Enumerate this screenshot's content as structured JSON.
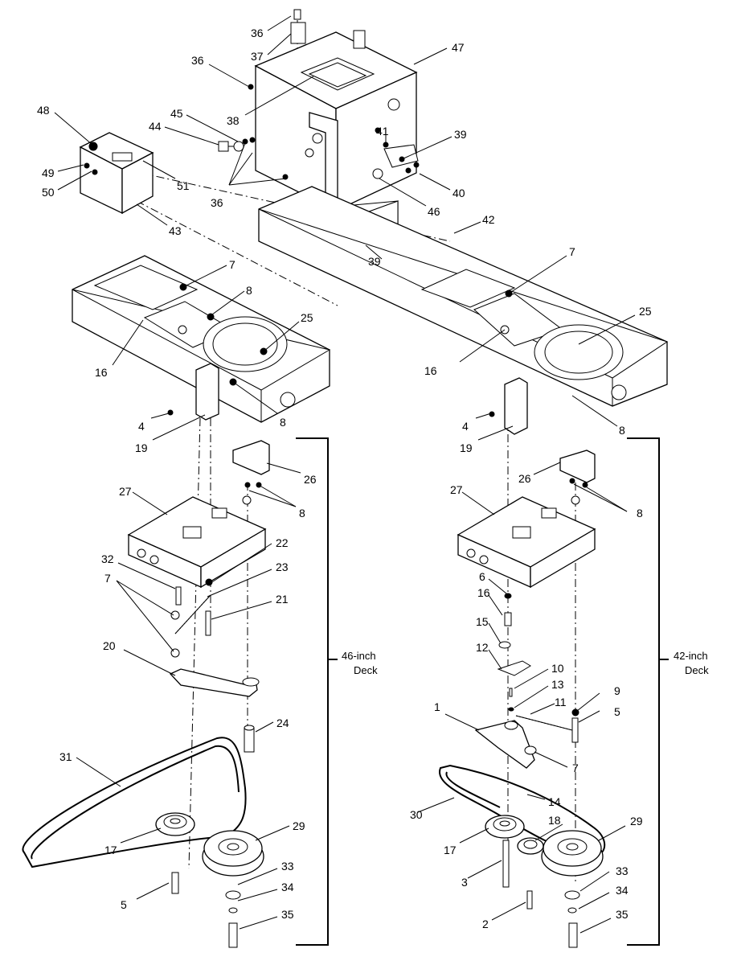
{
  "callouts": {
    "c36a": "36",
    "c37": "37",
    "c47": "47",
    "c36b": "36",
    "c48": "48",
    "c45": "45",
    "c44": "44",
    "c38": "38",
    "c41": "41",
    "c39a": "39",
    "c49": "49",
    "c50": "50",
    "c51": "51",
    "c36c": "36",
    "c40": "40",
    "c46": "46",
    "c42": "42",
    "c43": "43",
    "c39b": "39",
    "l7a": "7",
    "l8a": "8",
    "l25": "25",
    "l16": "16",
    "l8b": "8",
    "l4": "4",
    "l19": "19",
    "l26": "26",
    "l8c": "8",
    "l27": "27",
    "l22": "22",
    "l32": "32",
    "l23": "23",
    "l7b": "7",
    "l21": "21",
    "l20": "20",
    "l24": "24",
    "l31": "31",
    "l29": "29",
    "l17": "17",
    "l33": "33",
    "l34": "34",
    "l5": "5",
    "l35": "35",
    "r7a": "7",
    "r25": "25",
    "r16": "16",
    "r8a": "8",
    "r4": "4",
    "r19": "19",
    "r26": "26",
    "r8b": "8",
    "r27": "27",
    "r6": "6",
    "r16b": "16",
    "r15": "15",
    "r12": "12",
    "r10": "10",
    "r13": "13",
    "r9": "9",
    "r1": "1",
    "r11": "11",
    "r5": "5",
    "r7b": "7",
    "r14": "14",
    "r30": "30",
    "r18": "18",
    "r29": "29",
    "r17": "17",
    "r3": "3",
    "r33": "33",
    "r34": "34",
    "r2": "2",
    "r35": "35"
  },
  "deck_labels": {
    "left_line1": "46-inch",
    "left_line2": "Deck",
    "right_line1": "42-inch",
    "right_line2": "Deck"
  },
  "icons": {
    "battery": "battery-icon",
    "seat_box": "seat-box-icon",
    "frame": "frame-icon",
    "mower_deck_plate": "deck-mount-plate-icon",
    "electric_clutch": "pto-clutch-icon",
    "pulley": "pulley-icon",
    "belt": "drive-belt-icon",
    "spring": "spring-icon"
  }
}
